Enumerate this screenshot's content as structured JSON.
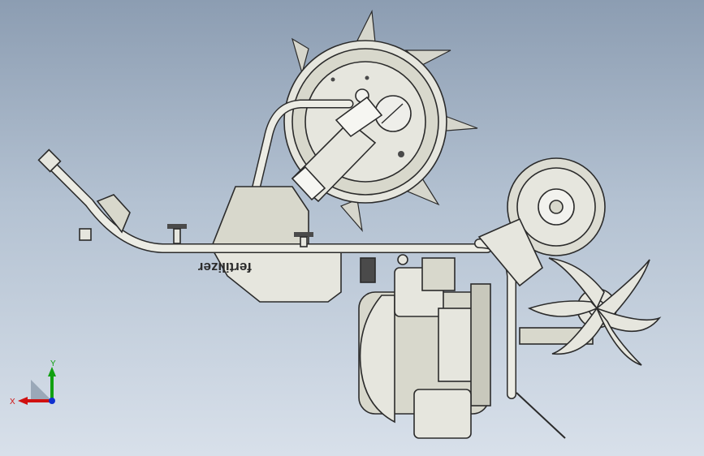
{
  "viewport": {
    "background_top": "#8c9db2",
    "background_bottom": "#d8e0ea"
  },
  "model": {
    "hopper_label": "fertilizer"
  },
  "triad": {
    "x_label": "X",
    "y_label": "Y",
    "x_color": "#d01010",
    "y_color": "#10a010",
    "z_color": "#1030d0"
  }
}
